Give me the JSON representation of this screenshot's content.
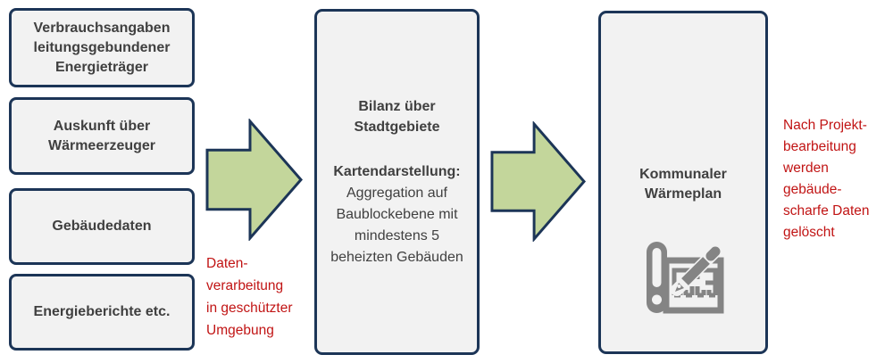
{
  "diagram": {
    "sources": [
      "Verbrauchsangaben leitungsgebundener Energieträger",
      "Auskunft über Wärmeerzeuger",
      "Gebäudedaten",
      "Energieberichte etc."
    ],
    "arrow1_note": "Daten-\nverarbeitung\nin geschützter\nUmgebung",
    "processing": {
      "title": "Bilanz über Stadtgebiete",
      "map_heading": "Kartendarstellung:",
      "map_body": "Aggregation auf Baublockebene mit mindestens 5 beheizten Gebäuden"
    },
    "result": {
      "title": "Kommunaler Wärmeplan",
      "icon": "blueprint-pencil-icon"
    },
    "result_note": "Nach Projekt-\nbearbeitung\nwerden\ngebäude-\nscharfe Daten\ngelöscht",
    "colors": {
      "box_fill": "#f2f2f2",
      "box_border": "#1c3557",
      "arrow_fill": "#c3d69b",
      "box_text": "#404040",
      "note_red": "#c11414",
      "icon_gray": "#848484"
    }
  }
}
